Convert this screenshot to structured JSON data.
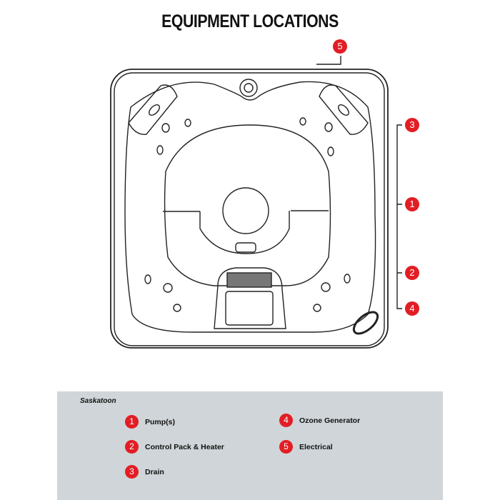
{
  "title": "EQUIPMENT LOCATIONS",
  "marker_color": "#e21d24",
  "diagram_markers": [
    "5",
    "3",
    "1",
    "2",
    "4"
  ],
  "legend": {
    "model": "Saskatoon",
    "items": [
      {
        "num": "1",
        "label": "Pump(s)"
      },
      {
        "num": "2",
        "label": "Control Pack & Heater"
      },
      {
        "num": "3",
        "label": "Drain"
      },
      {
        "num": "4",
        "label": "Ozone Generator"
      },
      {
        "num": "5",
        "label": "Electrical"
      }
    ]
  }
}
